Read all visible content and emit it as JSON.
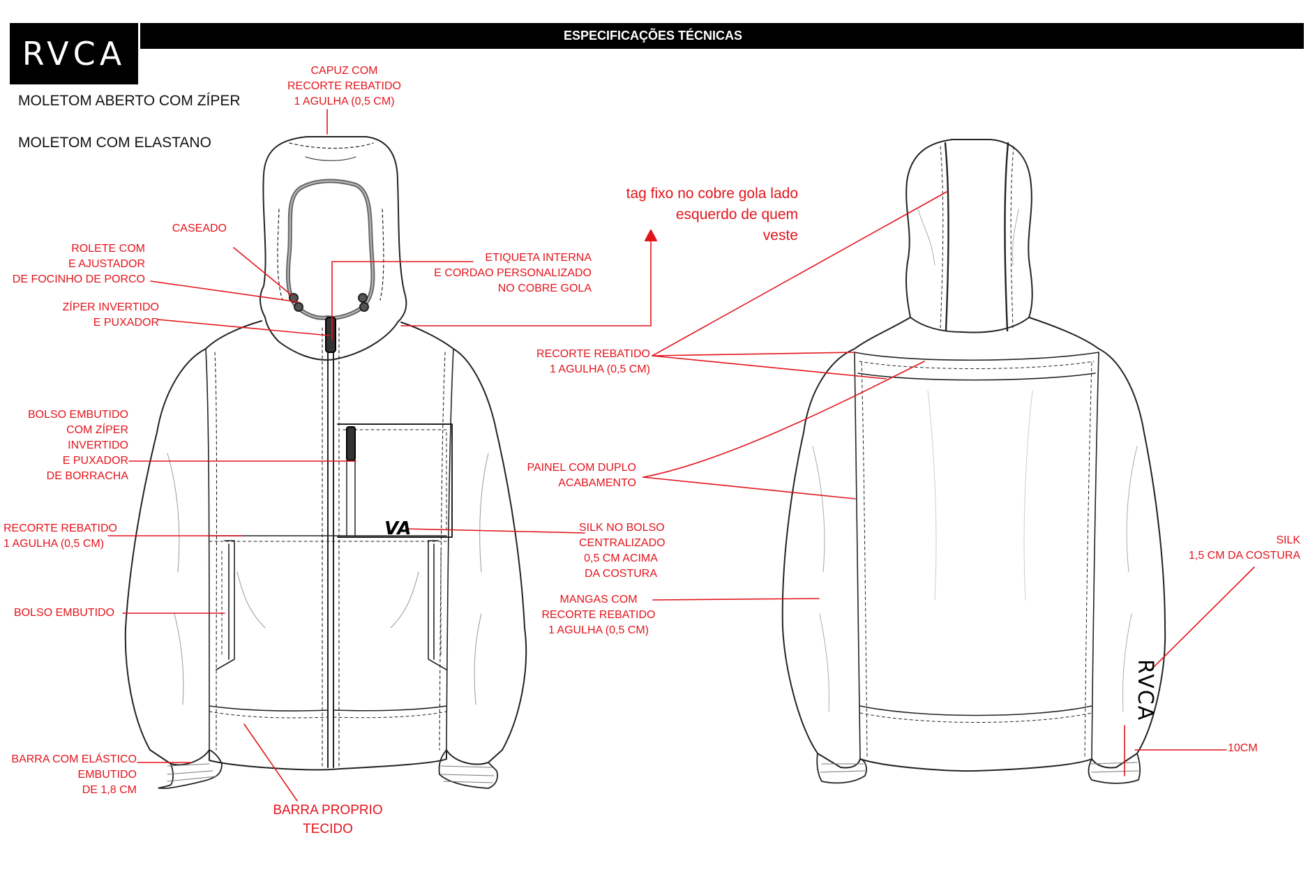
{
  "brand": {
    "logo_text": "RVCA"
  },
  "header": {
    "title": "ESPECIFICAÇÕES TÉCNICAS"
  },
  "product": {
    "line1": "MOLETOM ABERTO COM ZÍPER",
    "line2": "MOLETOM COM ELASTANO"
  },
  "pocket_logo": "VA",
  "sleeve_logo": "RVCA",
  "colors": {
    "annotation": "#e3131b",
    "header_bg": "#000000",
    "line": "#222222"
  },
  "annotations": {
    "capuz": [
      "CAPUZ COM",
      "RECORTE REBATIDO",
      "1 AGULHA (0,5 CM)"
    ],
    "caseado": [
      "CASEADO"
    ],
    "rolete": [
      "ROLETE COM",
      "E AJUSTADOR",
      "DE FOCINHO DE PORCO"
    ],
    "ziper": [
      "ZÍPER INVERTIDO",
      "E PUXADOR"
    ],
    "etiqueta": [
      "ETIQUETA INTERNA",
      "E CORDAO PERSONALIZADO",
      "NO COBRE GOLA"
    ],
    "tag": [
      "tag fixo no cobre gola lado",
      "esquerdo de quem",
      "veste"
    ],
    "bolso_ziper": [
      "BOLSO EMBUTIDO",
      "COM ZÍPER",
      "INVERTIDO",
      "E PUXADOR",
      "DE BORRACHA"
    ],
    "recorte_front": [
      "RECORTE REBATIDO",
      "1 AGULHA (0,5 CM)"
    ],
    "bolso_embutido": [
      "BOLSO EMBUTIDO"
    ],
    "barra_elastico": [
      "BARRA COM ELÁSTICO",
      "EMBUTIDO",
      "DE 1,8 CM"
    ],
    "barra_tecido": [
      "BARRA PROPRIO",
      "TECIDO"
    ],
    "recorte_center": [
      "RECORTE REBATIDO",
      "1 AGULHA (0,5 CM)"
    ],
    "painel": [
      "PAINEL COM DUPLO",
      "ACABAMENTO"
    ],
    "silk_bolso": [
      "SILK NO BOLSO",
      "CENTRALIZADO",
      "0,5 CM ACIMA",
      "DA COSTURA"
    ],
    "mangas": [
      "MANGAS COM",
      "RECORTE REBATIDO",
      "1 AGULHA (0,5 CM)"
    ],
    "silk_manga": [
      "SILK",
      "1,5 CM DA COSTURA"
    ],
    "medida": [
      "10CM"
    ]
  }
}
